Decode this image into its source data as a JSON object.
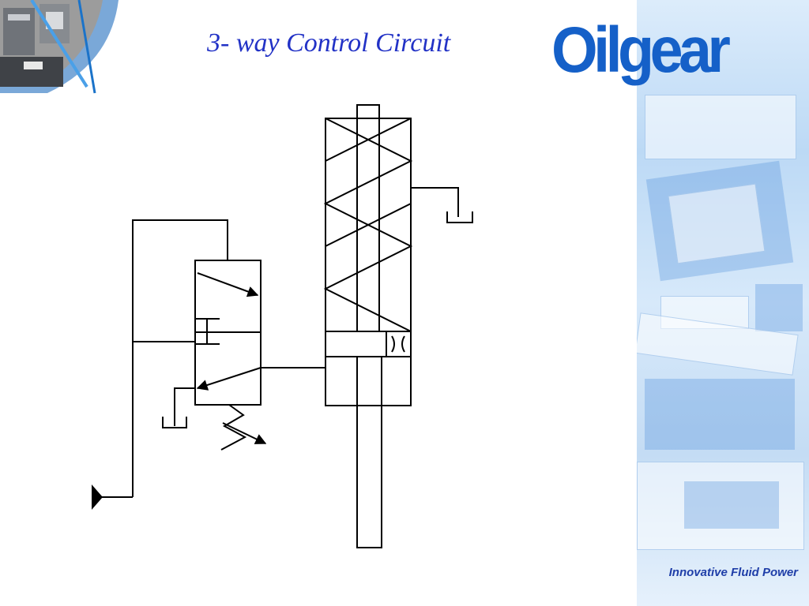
{
  "slide": {
    "title": "3- way Control Circuit",
    "tagline": "Innovative Fluid Power"
  },
  "logo": {
    "text": "Oilgear",
    "color": "#1560c8"
  },
  "colors": {
    "title": "#2232c6",
    "tagline": "#1f3ea8",
    "line": "#000000",
    "panel": "#cfe3f7"
  },
  "diagram": {
    "components": [
      "actuator-cylinder",
      "compression-spring",
      "three-way-valve",
      "adjustable-spring",
      "flow-restrictor",
      "tank-symbol",
      "pressure-source"
    ]
  }
}
